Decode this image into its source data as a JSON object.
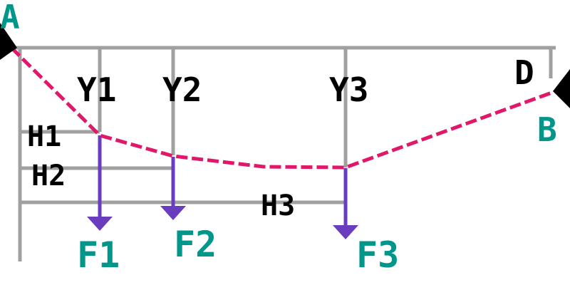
{
  "colors": {
    "background": "#ffffff",
    "grid": "#a0a0a0",
    "cable": "#e0186a",
    "force": "#6a3dbf",
    "point_label": "#00968a",
    "text": "#000000",
    "support": "#000000"
  },
  "labels": {
    "point_a": "A",
    "point_b": "B",
    "point_d": "D",
    "y1": "Y1",
    "y2": "Y2",
    "y3": "Y3",
    "h1": "H1",
    "h2": "H2",
    "h3": "H3",
    "f1": "F1",
    "f2": "F2",
    "f3": "F3"
  },
  "icons": {
    "support_a": "triangle-support-icon",
    "support_b": "triangle-support-icon",
    "force_arrow": "arrow-down-icon"
  }
}
